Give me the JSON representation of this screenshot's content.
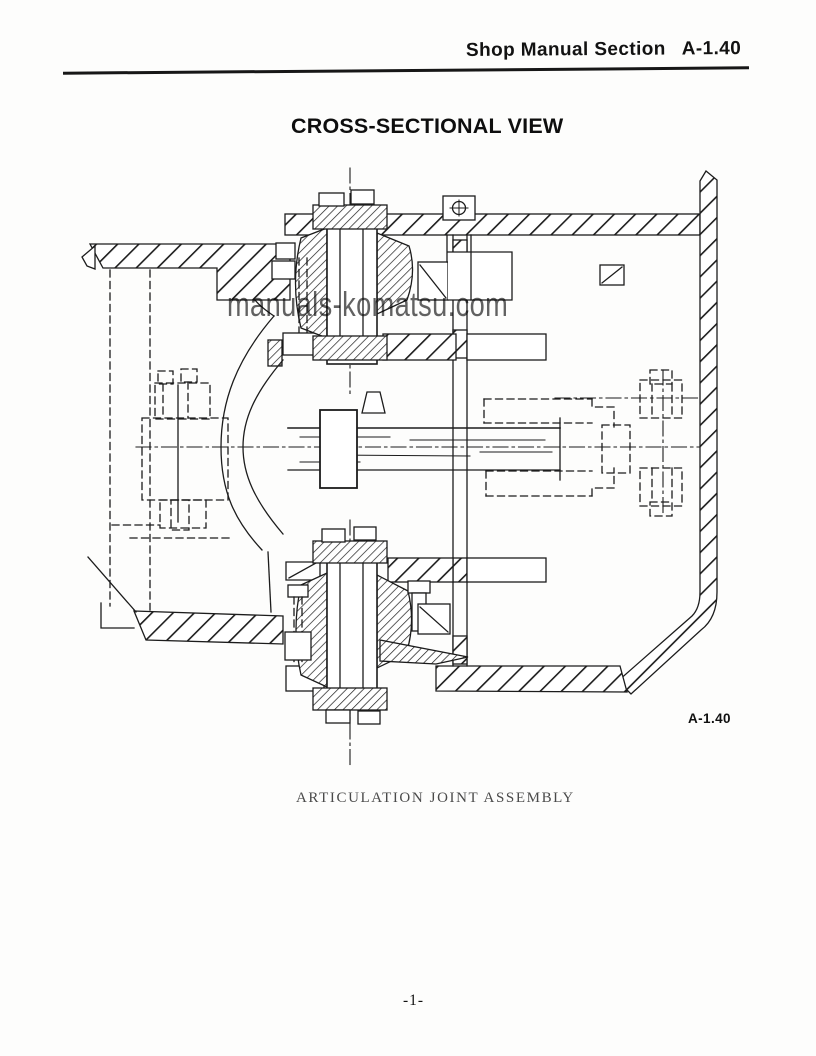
{
  "header": {
    "title": "Shop Manual Section",
    "section": "A-1.40"
  },
  "figure": {
    "title": "CROSS-SECTIONAL VIEW",
    "watermark": "manuals-komatsu.com",
    "label": "A-1.40",
    "caption": "ARTICULATION JOINT ASSEMBLY"
  },
  "footer": {
    "page_number": "-1-"
  },
  "colors": {
    "ink": "#1c1c1c",
    "paper": "#fdfdfc",
    "watermark_gray": "#3f3f3f"
  }
}
